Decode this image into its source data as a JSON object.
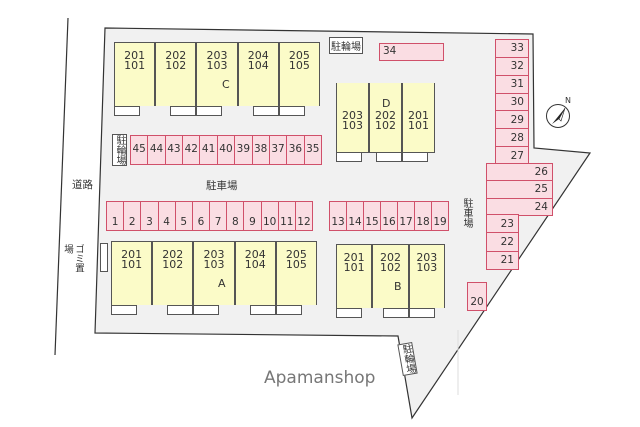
{
  "labels": {
    "road": "道路",
    "parking": "駐車場",
    "bike": "駐輪場",
    "garbage": "ゴミ置場",
    "brand": "Apamanshop",
    "north": "N"
  },
  "buildings": {
    "C": {
      "name": "C",
      "units": [
        [
          "201",
          "101"
        ],
        [
          "202",
          "102"
        ],
        [
          "203",
          "103"
        ],
        [
          "204",
          "104"
        ],
        [
          "205",
          "105"
        ]
      ]
    },
    "D": {
      "name": "D",
      "units": [
        [
          "203",
          "103"
        ],
        [
          "202",
          "102"
        ],
        [
          "201",
          "101"
        ]
      ]
    },
    "A": {
      "name": "A",
      "units": [
        [
          "201",
          "101"
        ],
        [
          "202",
          "102"
        ],
        [
          "203",
          "103"
        ],
        [
          "204",
          "104"
        ],
        [
          "205",
          "105"
        ]
      ]
    },
    "B": {
      "name": "B",
      "units": [
        [
          "201",
          "101"
        ],
        [
          "202",
          "102"
        ],
        [
          "203",
          "103"
        ]
      ]
    }
  },
  "spaces": {
    "bike_row": [
      "45",
      "44",
      "43",
      "42",
      "41",
      "40",
      "39",
      "38",
      "37",
      "36",
      "35"
    ],
    "row_1_12": [
      "1",
      "2",
      "3",
      "4",
      "5",
      "6",
      "7",
      "8",
      "9",
      "10",
      "11",
      "12"
    ],
    "row_13_19": [
      "13",
      "14",
      "15",
      "16",
      "17",
      "18",
      "19"
    ],
    "col_33_27": [
      "33",
      "32",
      "31",
      "30",
      "29",
      "28",
      "27"
    ],
    "col_26_24": [
      "26",
      "25",
      "24"
    ],
    "col_23_21": [
      "23",
      "22",
      "21"
    ],
    "single_34": "34",
    "single_20": "20"
  },
  "colors": {
    "building": "#fbfbc8",
    "parking": "#fadde3",
    "parking_border": "#d0506a",
    "site": "#f1f1f1"
  }
}
